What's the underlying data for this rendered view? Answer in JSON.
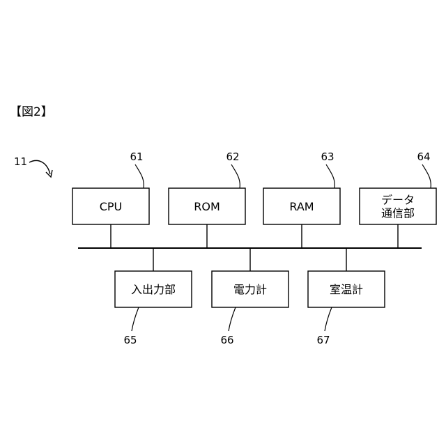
{
  "figure": {
    "title": "【図2】",
    "device_ref": "11"
  },
  "top_blocks": [
    {
      "id": "cpu",
      "ref": "61",
      "lines": [
        "CPU"
      ]
    },
    {
      "id": "rom",
      "ref": "62",
      "lines": [
        "ROM"
      ]
    },
    {
      "id": "ram",
      "ref": "63",
      "lines": [
        "RAM"
      ]
    },
    {
      "id": "data-comm",
      "ref": "64",
      "lines": [
        "データ",
        "通信部"
      ]
    }
  ],
  "bottom_blocks": [
    {
      "id": "io",
      "ref": "65",
      "lines": [
        "入出力部"
      ]
    },
    {
      "id": "power-meter",
      "ref": "66",
      "lines": [
        "電力計"
      ]
    },
    {
      "id": "room-temp-meter",
      "ref": "67",
      "lines": [
        "室温計"
      ]
    }
  ]
}
